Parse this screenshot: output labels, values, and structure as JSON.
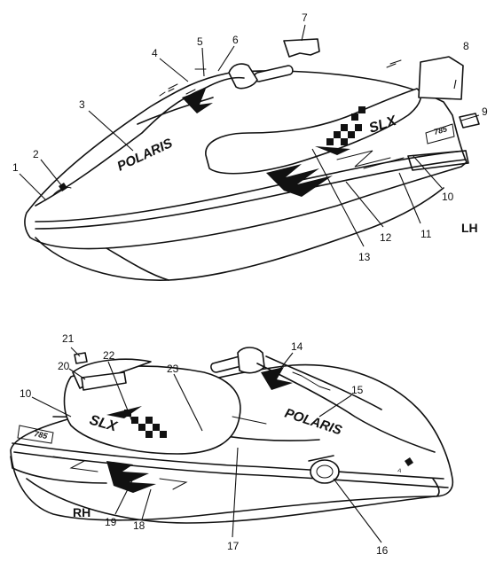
{
  "views": [
    {
      "side_label": "LH",
      "callouts": [
        "1",
        "2",
        "3",
        "4",
        "5",
        "6",
        "7",
        "8",
        "9",
        "10",
        "11",
        "12",
        "13"
      ]
    },
    {
      "side_label": "RH",
      "callouts": [
        "21",
        "20",
        "22",
        "23",
        "14",
        "10",
        "15",
        "19",
        "18",
        "17",
        "16"
      ]
    }
  ],
  "decal_text": {
    "brand": "POLARIS",
    "model": "SLX",
    "engine": "785"
  }
}
